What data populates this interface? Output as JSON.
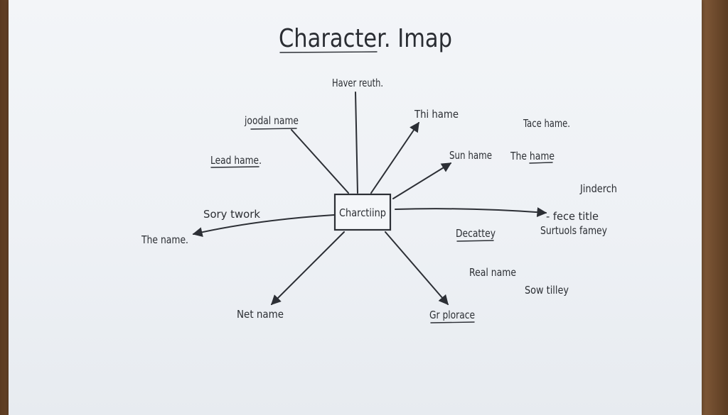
{
  "title": "Character. Imap",
  "center": "Charctiinp",
  "labels": {
    "haver_reuth": "Haver reuth.",
    "thi_hame": "Thi hame",
    "tace_hame": "Tace hame.",
    "joodal_name": "joodal name",
    "lead_hame": "Lead hame.",
    "sun_hame": "Sun hame",
    "the_hame": "The hame",
    "jinderch": "Jinderch",
    "sory_twork": "Sory twork",
    "the_name": "The name.",
    "fece_title": "- fece title",
    "surtuols_famey": "Surtuols famey",
    "decattey": "Decattey",
    "real_name": "Real name",
    "sow_tilley": "Sow tilley",
    "net_name": "Net name",
    "gr_plorace": "Gr plorace"
  }
}
